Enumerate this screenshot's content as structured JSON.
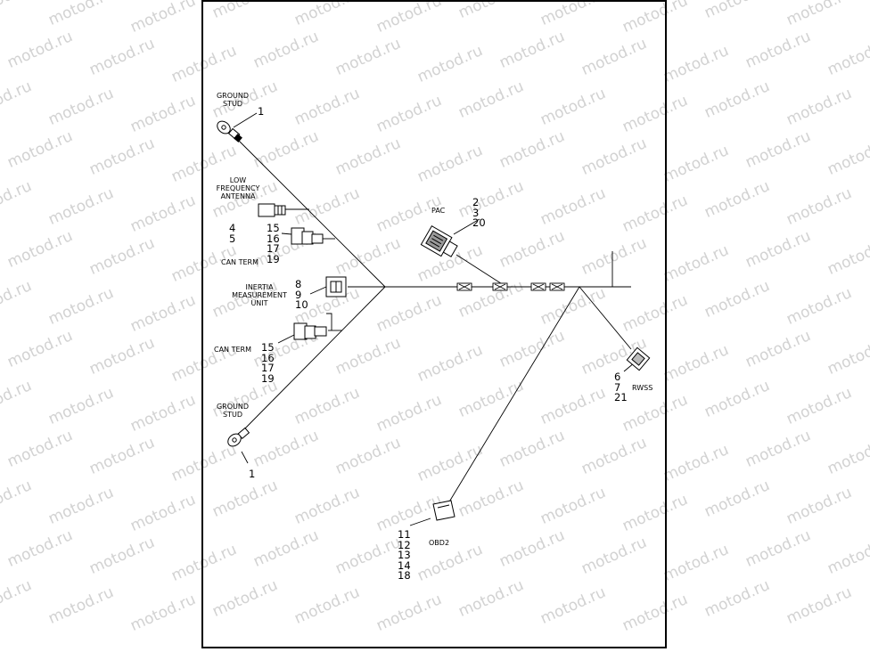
{
  "watermark": {
    "text": "motod.ru",
    "color": "#d2d2d2"
  },
  "labels": {
    "ground_stud_top": [
      "GROUND",
      "STUD"
    ],
    "ground_stud_top_num": "1",
    "lf_antenna": [
      "LOW",
      "FREQUENCY",
      "ANTENNA"
    ],
    "lf_antenna_nums": [
      "4",
      "5"
    ],
    "can_term_top_nums": [
      "15",
      "16",
      "17",
      "19"
    ],
    "can_term_top": "CAN TERM",
    "inertia": [
      "INERTIA",
      "MEASUREMENT",
      "UNIT"
    ],
    "inertia_nums": [
      "8",
      "9",
      "10"
    ],
    "can_term_bottom": "CAN TERM",
    "can_term_bottom_nums": [
      "15",
      "16",
      "17",
      "19"
    ],
    "ground_stud_bottom": [
      "GROUND",
      "STUD"
    ],
    "ground_stud_bottom_num": "1",
    "pac": "PAC",
    "pac_nums": [
      "2",
      "3",
      "20"
    ],
    "rwss": "RWSS",
    "rwss_nums": [
      "6",
      "7",
      "21"
    ],
    "obd2": "OBD2",
    "obd2_nums": [
      "11",
      "12",
      "13",
      "14",
      "18"
    ]
  }
}
